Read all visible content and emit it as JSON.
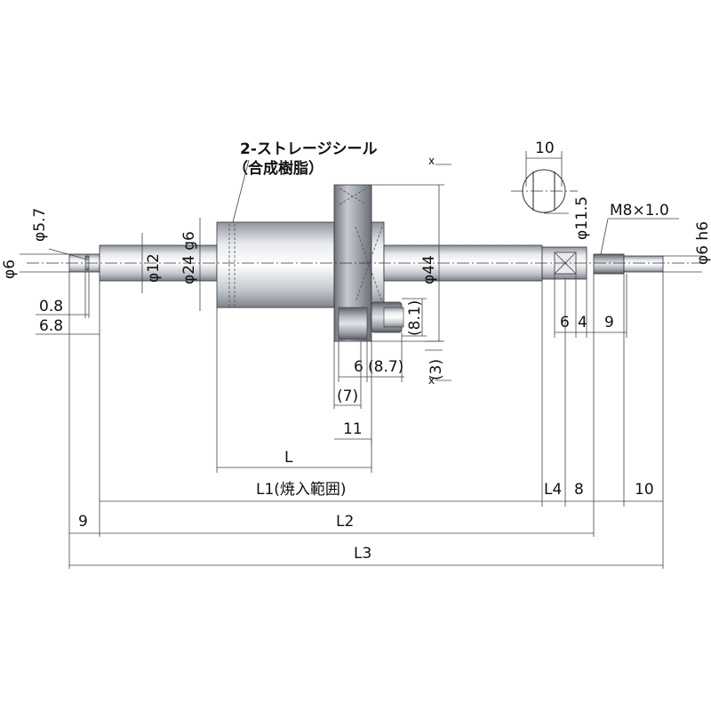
{
  "labels": {
    "seal_line1": "2-ストレージシール",
    "seal_line2": "（合成樹脂）",
    "x_marker_top": "x",
    "x_marker_bottom": "x",
    "d_5_7": "φ5.7",
    "d_6_left": "φ6",
    "d_0_8": "0.8",
    "d_6_8": "6.8",
    "d_12": "φ12",
    "d_24_g6": "φ24 g6",
    "d_44": "φ44",
    "d_8_1": "(8.1)",
    "d_3": "(3)",
    "d_6_flange": "6",
    "d_8_7": "(8.7)",
    "d_7": "(7)",
    "d_11": "11",
    "d_L": "L",
    "d_L1": "L1(焼入範囲)",
    "d_L2": "L2",
    "d_L3": "L3",
    "d_9_left": "9",
    "d_L4": "L4",
    "d_8_right": "8",
    "d_10_right": "10",
    "d_10_section": "10",
    "d_11_5": "φ11.5",
    "d_m8": "M8×1.0",
    "d_6_h6": "φ6 h6",
    "d_6_a": "6",
    "d_4_a": "4",
    "d_9_a": "9"
  }
}
